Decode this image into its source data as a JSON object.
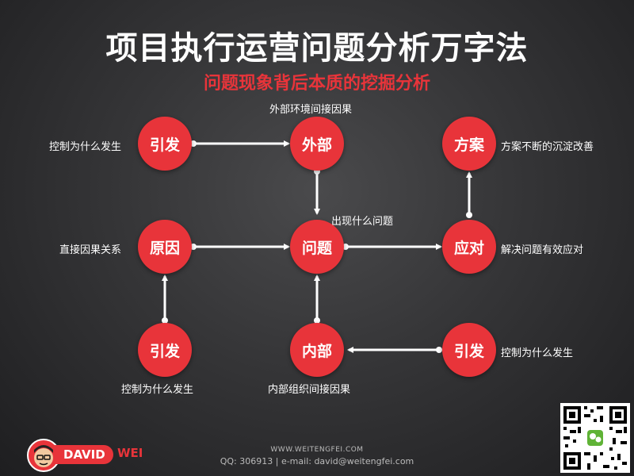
{
  "title": "项目执行运营问题分析万字法",
  "subtitle": "问题现象背后本质的挖掘分析",
  "nodes": {
    "yinfa_top": "引发",
    "waibu": "外部",
    "fangan": "方案",
    "yuanyin": "原因",
    "wenti": "问题",
    "yingdui": "应对",
    "yinfa_left": "引发",
    "neibu": "内部",
    "yinfa_right": "引发"
  },
  "labels": {
    "waibu_desc": "外部环境间接因果",
    "yinfa_top_desc": "控制为什么发生",
    "fangan_desc": "方案不断的沉淀改善",
    "wenti_desc": "出现什么问题",
    "yuanyin_desc": "直接因果关系",
    "yingdui_desc": "解决问题有效应对",
    "yinfa_right_desc": "控制为什么发生",
    "yinfa_left_desc": "控制为什么发生",
    "neibu_desc": "内部组织间接因果"
  },
  "footer": {
    "url": "WWW.WEITENGFEI.COM",
    "contact": "QQ: 306913 | e-mail: david@weitengfei.com"
  },
  "brand": {
    "name": "DAVID",
    "surname": "WEI"
  },
  "colors": {
    "accent": "#e8343a",
    "background": "#353537",
    "text": "#ffffff"
  }
}
